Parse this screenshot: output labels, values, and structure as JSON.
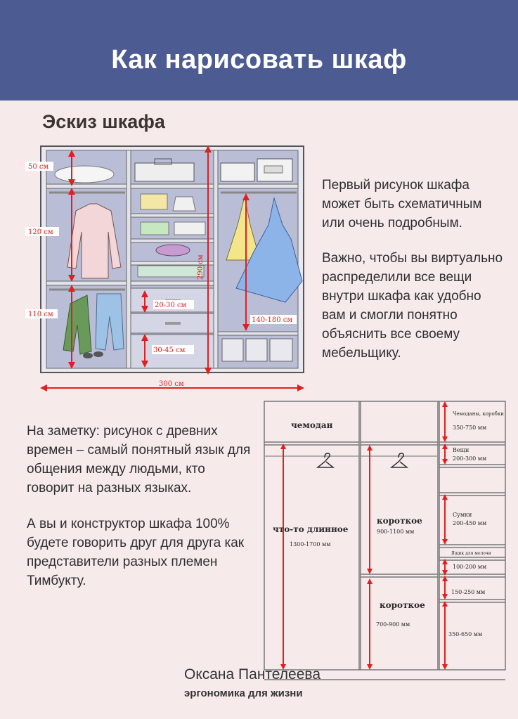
{
  "header": {
    "title": "Как нарисовать шкаф"
  },
  "section": {
    "title": "Эскиз шкафа"
  },
  "sketch": {
    "labels": {
      "top_height": "50 см",
      "hanging_height": "120 см",
      "lower_height": "110 см",
      "total_height": "290 см",
      "drawer_mid": "20-30 см",
      "drawer_low": "30-45 см",
      "long_hang": "140-180 см",
      "width": "300 см"
    }
  },
  "text_right": {
    "p1": "Первый рисунок шкафа может быть схематичным или очень подробным.",
    "p2": "Важно, чтобы вы виртуально распределили все вещи внутри шкафа как удобно вам и смогли понятно объяснить все своему мебельщику."
  },
  "text_left": {
    "p1": "На заметку: рисунок с древних времен – самый понятный язык для общения между людьми, кто говорит на разных языках.",
    "p2": "А вы и конструктор шкафа 100% будете говорить друг для друга как представители разных племен Тимбукту."
  },
  "scheme": {
    "suitcase": "чемодан",
    "long": "что-то длинное",
    "long_size": "1300-1700 мм",
    "short1": "короткое",
    "short1_size": "900-1100 мм",
    "short2": "короткое",
    "short2_size": "700-900 мм",
    "boxes": "Чемоданы, коробки",
    "boxes_size": "350-750 мм",
    "things": "Вещи",
    "things_size": "200-300 мм",
    "bags": "Сумки",
    "bags_size": "200-450 мм",
    "small_drawer": "Ящик для мелочи",
    "small_size": "100-200 мм",
    "d1_size": "150-250 мм",
    "d2_size": "350-650 мм"
  },
  "footer": {
    "author": "Оксана Пантелеева",
    "slogan": "эргономика для жизни"
  },
  "colors": {
    "header": "#4c5b92",
    "background": "#f6ebea",
    "measure": "#e02020"
  }
}
